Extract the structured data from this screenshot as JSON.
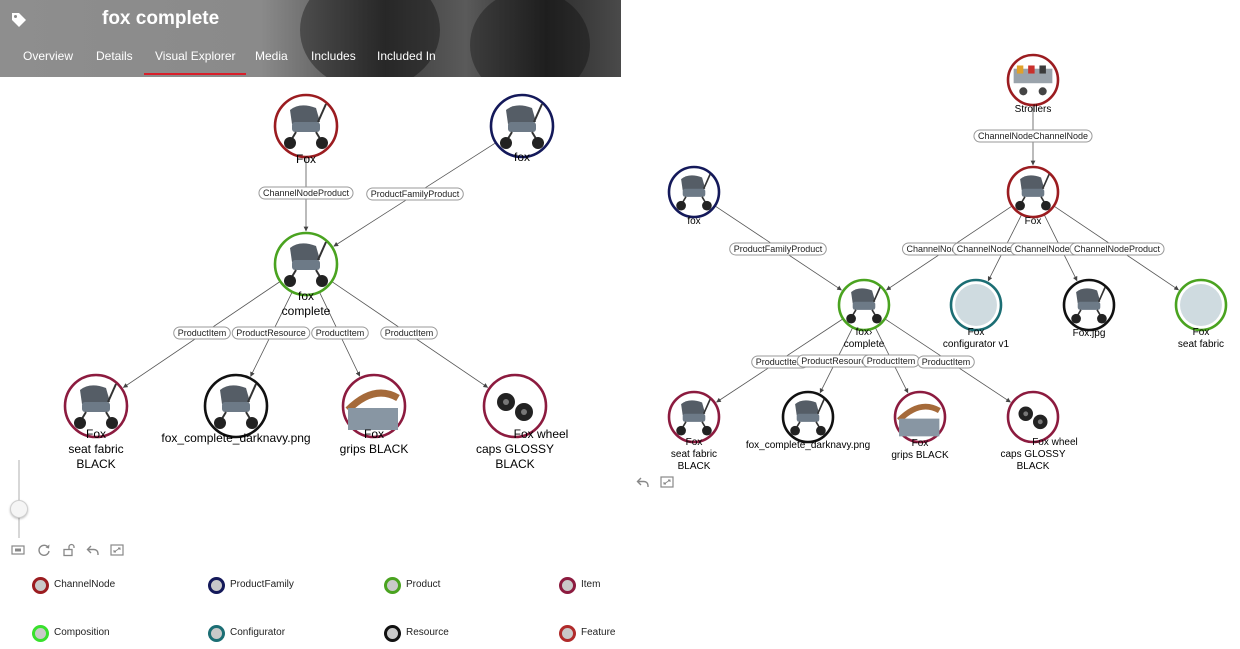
{
  "header": {
    "title": "fox complete",
    "icon": "tag-icon",
    "tabs": [
      {
        "label": "Overview"
      },
      {
        "label": "Details"
      },
      {
        "label": "Visual Explorer",
        "active": true
      },
      {
        "label": "Media"
      },
      {
        "label": "Includes"
      },
      {
        "label": "Included In"
      }
    ]
  },
  "colors": {
    "ChannelNode": "#9b1c20",
    "ProductFamily": "#14195a",
    "Product": "#4aa320",
    "Item": "#8c1b3f",
    "Composition": "#39e02d",
    "Configurator": "#1c6e74",
    "Resource": "#111111",
    "Feature": "#b02b2b",
    "active_tab_underline": "#d81f2a"
  },
  "left_graph": {
    "nodes": [
      {
        "id": "fox_channel",
        "type": "ChannelNode",
        "label_lines": [
          "Fox"
        ]
      },
      {
        "id": "fox_family",
        "type": "ProductFamily",
        "label_lines": [
          "fox"
        ]
      },
      {
        "id": "fox_complete",
        "type": "Product",
        "label_lines": [
          "fox",
          "complete"
        ]
      },
      {
        "id": "seat_fabric",
        "type": "Item",
        "label_lines": [
          "Fox",
          "seat fabric",
          "BLACK"
        ]
      },
      {
        "id": "darknavy",
        "type": "Resource",
        "label_lines": [
          "fox_complete_darknavy.png"
        ]
      },
      {
        "id": "grips",
        "type": "Item",
        "label_lines": [
          "Fox",
          "grips BLACK"
        ]
      },
      {
        "id": "wheel",
        "type": "Item",
        "label_lines": [
          "Fox wheel",
          "caps GLOSSY",
          "BLACK"
        ]
      }
    ],
    "edges": [
      {
        "from": "fox_channel",
        "to": "fox_complete",
        "label": "ChannelNodeProduct"
      },
      {
        "from": "fox_family",
        "to": "fox_complete",
        "label": "ProductFamilyProduct"
      },
      {
        "from": "fox_complete",
        "to": "seat_fabric",
        "label": "ProductItem"
      },
      {
        "from": "fox_complete",
        "to": "darknavy",
        "label": "ProductResource"
      },
      {
        "from": "fox_complete",
        "to": "grips",
        "label": "ProductItem"
      },
      {
        "from": "fox_complete",
        "to": "wheel",
        "label": "ProductItem"
      }
    ]
  },
  "right_graph": {
    "nodes": [
      {
        "id": "strollers",
        "type": "ChannelNode",
        "label_lines": [
          "Strollers"
        ]
      },
      {
        "id": "fox_channel",
        "type": "ChannelNode",
        "label_lines": [
          "Fox"
        ]
      },
      {
        "id": "fox_family",
        "type": "ProductFamily",
        "label_lines": [
          "fox"
        ]
      },
      {
        "id": "fox_complete",
        "type": "Product",
        "label_lines": [
          "fox›",
          "complete"
        ]
      },
      {
        "id": "configurator",
        "type": "Configurator",
        "label_lines": [
          "Fox",
          "configurator v1"
        ]
      },
      {
        "id": "foxjpg",
        "type": "Resource",
        "label_lines": [
          "Fox.jpg"
        ]
      },
      {
        "id": "seat_fabric_feature",
        "type": "Product",
        "label_lines": [
          "Fox",
          "seat fabric"
        ]
      },
      {
        "id": "seat_fabric",
        "type": "Item",
        "label_lines": [
          "Fox",
          "seat fabric",
          "BLACK"
        ]
      },
      {
        "id": "darknavy",
        "type": "Resource",
        "label_lines": [
          "fox_complete_darknavy.png"
        ]
      },
      {
        "id": "grips",
        "type": "Item",
        "label_lines": [
          "Fox",
          "grips BLACK"
        ]
      },
      {
        "id": "wheel",
        "type": "Item",
        "label_lines": [
          "Fox wheel",
          "caps GLOSSY",
          "BLACK"
        ]
      }
    ],
    "edges": [
      {
        "from": "strollers",
        "to": "fox_channel",
        "label": "ChannelNodeChannelNode"
      },
      {
        "from": "fox_family",
        "to": "fox_complete",
        "label": "ProductFamilyProduct"
      },
      {
        "from": "fox_channel",
        "to": "fox_complete",
        "label": "ChannelNode"
      },
      {
        "from": "fox_channel",
        "to": "configurator",
        "label": "ChannelNodeCo"
      },
      {
        "from": "fox_channel",
        "to": "foxjpg",
        "label": "ChannelNodeRe"
      },
      {
        "from": "fox_channel",
        "to": "seat_fabric_feature",
        "label": "ChannelNodeProduct"
      },
      {
        "from": "fox_complete",
        "to": "seat_fabric",
        "label": "ProductItem"
      },
      {
        "from": "fox_complete",
        "to": "darknavy",
        "label": "ProductResource"
      },
      {
        "from": "fox_complete",
        "to": "grips",
        "label": "ProductItem"
      },
      {
        "from": "fox_complete",
        "to": "wheel",
        "label": "ProductItem"
      }
    ]
  },
  "toolbar": {
    "left_icons": [
      "fit-to-screen-icon",
      "refresh-icon",
      "unlock-icon",
      "undo-icon",
      "fullscreen-icon"
    ],
    "right_icons": [
      "undo-icon",
      "fullscreen-icon"
    ]
  },
  "legend": [
    {
      "label": "ChannelNode",
      "type": "ChannelNode"
    },
    {
      "label": "ProductFamily",
      "type": "ProductFamily"
    },
    {
      "label": "Product",
      "type": "Product"
    },
    {
      "label": "Item",
      "type": "Item"
    },
    {
      "label": "Composition",
      "type": "Composition"
    },
    {
      "label": "Configurator",
      "type": "Configurator"
    },
    {
      "label": "Resource",
      "type": "Resource"
    },
    {
      "label": "Feature",
      "type": "Feature"
    }
  ]
}
